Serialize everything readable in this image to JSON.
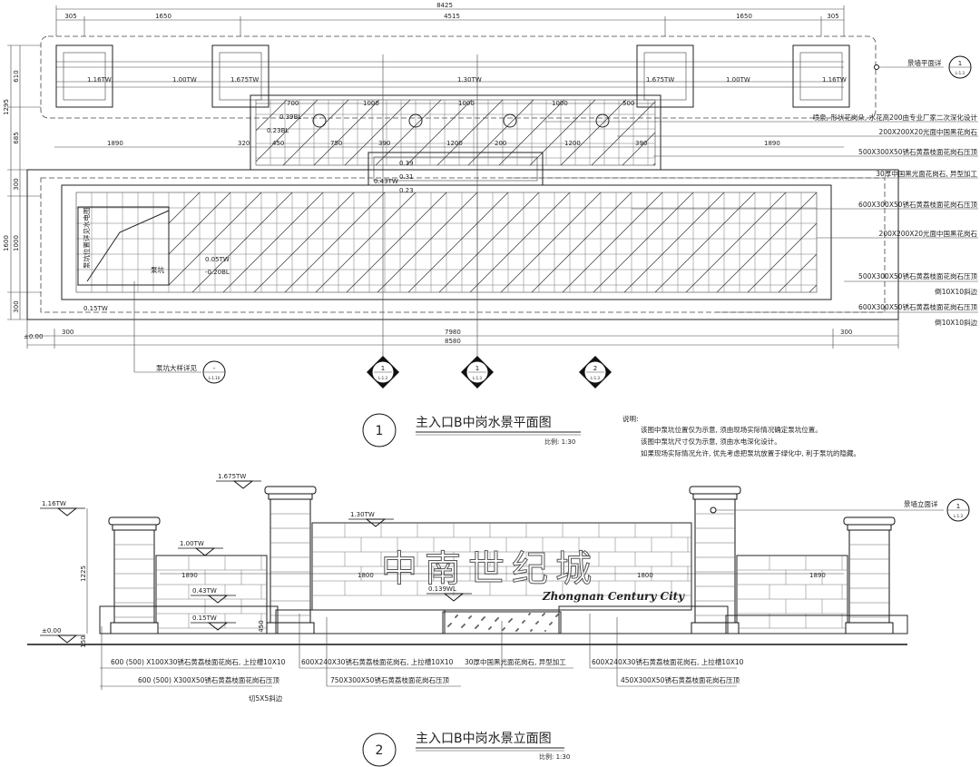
{
  "plan": {
    "top_dims": [
      "8425",
      "305",
      "1650",
      "4515",
      "1650",
      "305"
    ],
    "left_dims": [
      "1295",
      "610",
      "685",
      "300",
      "1600",
      "1000",
      "300"
    ],
    "inner_dims_upper": [
      "700",
      "1000",
      "1000",
      "1000",
      "500"
    ],
    "inner_dims_mid": [
      "1890",
      "320",
      "450",
      "750",
      "390",
      "1200",
      "200",
      "1200",
      "390",
      "1890"
    ],
    "bottom_dims": [
      "300",
      "7980",
      "300",
      "8580"
    ],
    "elevations": [
      "1.16TW",
      "1.00TW",
      "1.675TW",
      "1.30TW",
      "1.675TW",
      "1.00TW",
      "1.16TW",
      "0.39",
      "0.31",
      "0.23",
      "0.39BL",
      "0.23BL",
      "0.43TW",
      "0.05TW",
      "-0.20BL",
      "0.15TW",
      "±0.00"
    ],
    "pit_label": "泵坑",
    "pit_side_label": "泵坑位置详见水电图",
    "pit_detail": "泵坑大样详见",
    "callouts_right": [
      "景墙平面详",
      "喷泉, 形状花岗朵, 水花高200由专业厂家二次深化设计",
      "200X200X20光面中国黑花岗石",
      "500X300X50锈石黄荔枝面花岗石压顶",
      "30厚中国黑光面花岗石, 异型加工",
      "600X300X50锈石黄荔枝面花岗石压顶",
      "200X200X20光面中国黑花岗石",
      "500X300X50锈石黄荔枝面花岗石压顶",
      "倒10X10斜边",
      "600X300X50锈石黄荔枝面花岗石压顶",
      "倒10X10斜边"
    ],
    "section_marks": [
      {
        "num": "1",
        "sub": "L-1.3"
      },
      {
        "num": "1",
        "sub": "L-1.3"
      },
      {
        "num": "2",
        "sub": "L-1.3"
      }
    ],
    "ref_circle": {
      "num": "1",
      "sub": "L-1.3"
    },
    "ref_circle_detail": {
      "num": "-",
      "sub": "L-1.10"
    }
  },
  "plan_title": {
    "num": "1",
    "text": "主入口B中岗水景平面图",
    "scale": "比例: 1:30"
  },
  "notes": {
    "header": "说明:",
    "lines": [
      "该图中泵坑位置仅为示意, 须由现场实际情况确定泵坑位置。",
      "该图中泵坑尺寸仅为示意, 须由水电深化设计。",
      "如果现场实际情况允许, 优先考虑把泵坑放置于绿化中, 利于泵坑的隐藏。"
    ]
  },
  "elevation": {
    "levels": [
      "1.675TW",
      "1.16TW",
      "1.30TW",
      "1.00TW",
      "0.43TW",
      "0.15TW",
      "0.139WL",
      "±0.00"
    ],
    "dims": [
      "1225",
      "1890",
      "1800",
      "1800",
      "1890",
      "450",
      "150"
    ],
    "brand_cn": "中南世纪城",
    "brand_en": "Zhongnan Century City",
    "ref_label": "景墙立面详",
    "ref_circle": {
      "num": "1",
      "sub": "L-1.3"
    },
    "callouts_bottom": [
      "600 (500) X100X30锈石黄荔枝面花岗石, 上拉槽10X10",
      "600 (500) X300X50锈石黄荔枝面花岗石压顶",
      "切5X5斜边",
      "600X240X30锈石黄荔枝面花岗石, 上拉槽10X10",
      "750X300X50锈石黄荔枝面花岗石压顶",
      "30厚中国黑光面花岗石, 异型加工",
      "600X240X30锈石黄荔枝面花岗石, 上拉槽10X10",
      "450X300X50锈石黄荔枝面花岗石压顶"
    ]
  },
  "elevation_title": {
    "num": "2",
    "text": "主入口B中岗水景立面图",
    "scale": "比例: 1:30"
  }
}
